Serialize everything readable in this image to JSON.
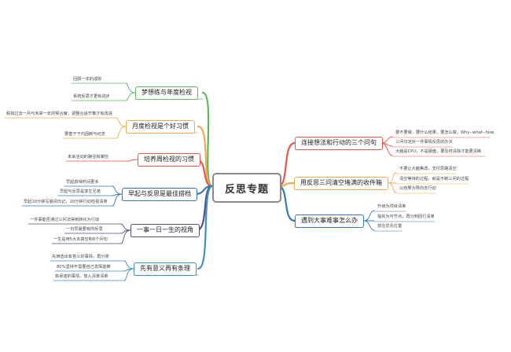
{
  "center": "反思专题",
  "left": [
    {
      "label": "梦想练与年度检视",
      "color": "#5cb85c",
      "leaves": [
        "回顾一年的成败",
        "系统反思才更有进步"
      ]
    },
    {
      "label": "月度检视是个好习惯",
      "color": "#f0ad4e",
      "leaves": [
        "假如过去一月与未来一年的契合度，调整合适节奏才有改进",
        "要善于于内因断与纪念"
      ]
    },
    {
      "label": "培养周检视的习惯",
      "color": "#e8584a",
      "leaves": [
        "未来活动的路径和掌控"
      ]
    },
    {
      "label": "早起与反思是最佳搭档",
      "color": "#337ab7",
      "leaves": [
        "早起获得时间更多",
        "早起与反思是孪生兄弟",
        "早起10分钟写晨间日记，10分钟行动检视清单"
      ]
    },
    {
      "label": "一事一日一生的视角",
      "color": "#5b4a8c",
      "leaves": [
        "一件事能否通过三问法得到转化为行动",
        "一日早晨要有所反思",
        "一生是用5大本真空和6个问句"
      ]
    },
    {
      "label": "先有意义再有条理",
      "color": "#3d8fc4",
      "leaves": [
        "先筛选出有意义的事情，再分类",
        "80%坚持不需要自己发挥能推",
        "有承诺的事情，放入清单清单"
      ]
    }
  ],
  "right": [
    {
      "label": "连接想法和行动的三个问句",
      "color": "#e8584a",
      "leaves": [
        "要不要做，要什么结果，要怎么做，Why--what--how",
        "三问句定对一件事情反思的办法",
        "大脑是CPU，不是硬盘，要及时清除才能更清晰"
      ]
    },
    {
      "label": "用反思三问清空堵满的收件箱",
      "color": "#f0ad4e",
      "leaves": [
        "不要让大脑焦虑，支付思路清空",
        "清空等待的过程，就是不断三问的过程",
        "以结果为导向去行动"
      ]
    },
    {
      "label": "遇到大事难事怎么办",
      "color": "#337ab7",
      "leaves": [
        "升级为项目清单",
        "指拆为可节点，再分到回行清单",
        "放在优先位置"
      ]
    }
  ]
}
